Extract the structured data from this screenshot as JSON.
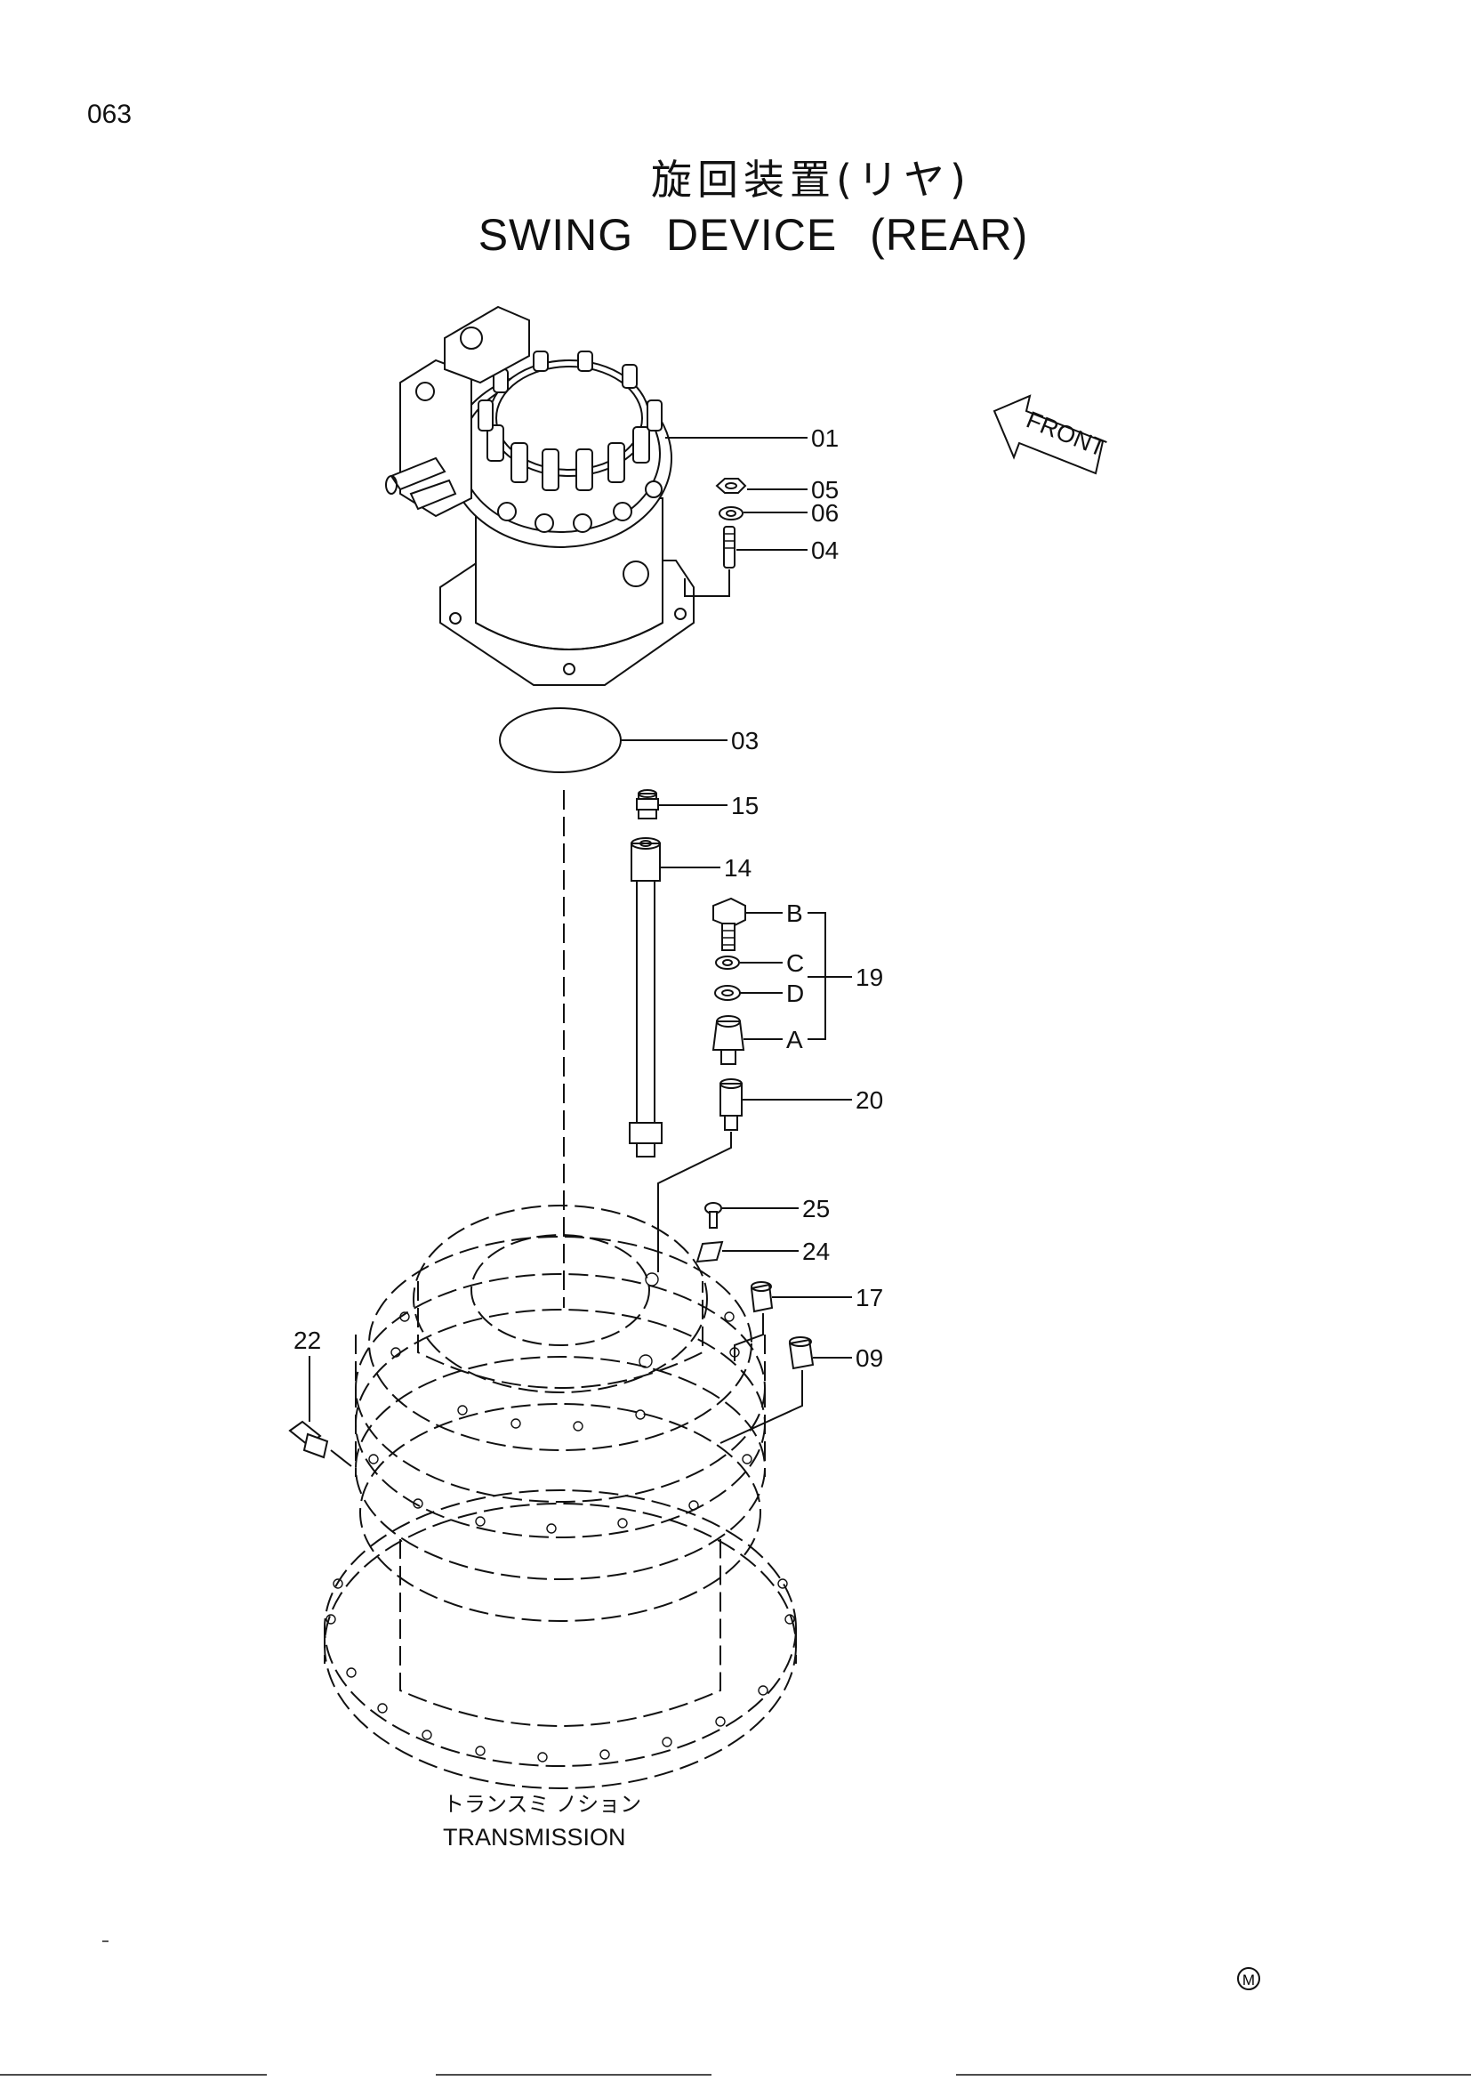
{
  "page_number": "063",
  "title": {
    "japanese": "旋回装置(リヤ)",
    "english": "SWING DEVICE (REAR)"
  },
  "direction_indicator": {
    "label": "FRONT"
  },
  "callouts": {
    "c01": "01",
    "c05": "05",
    "c06": "06",
    "c04": "04",
    "c03": "03",
    "c15": "15",
    "c14": "14",
    "cB": "B",
    "cC": "C",
    "cD": "D",
    "cA": "A",
    "c19": "19",
    "c20": "20",
    "c25": "25",
    "c24": "24",
    "c17": "17",
    "c09": "09",
    "c22": "22"
  },
  "transmission_label": {
    "japanese": "トランスミ ノション",
    "english": "TRANSMISSION"
  },
  "mark": "M"
}
